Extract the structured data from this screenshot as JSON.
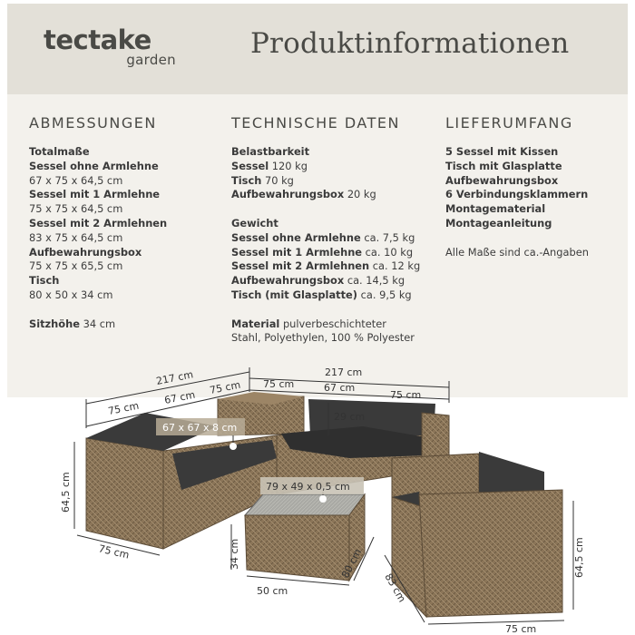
{
  "header": {
    "logo_main": "tectake",
    "logo_sub": "garden",
    "title": "Produktinformationen"
  },
  "abmessungen": {
    "heading": "ABMESSUNGEN",
    "total_label": "Totalmaße",
    "items": [
      {
        "label": "Sessel ohne Armlehne",
        "value": "67 x 75 x 64,5 cm"
      },
      {
        "label": "Sessel mit 1 Armlehne",
        "value": "75 x 75 x 64,5 cm"
      },
      {
        "label": "Sessel mit 2 Armlehnen",
        "value": "83 x 75 x 64,5 cm"
      },
      {
        "label": "Aufbewahrungsbox",
        "value": "75 x 75 x 65,5 cm"
      },
      {
        "label": "Tisch",
        "value": "80 x 50 x 34 cm"
      }
    ],
    "seat_height_label": "Sitzhöhe",
    "seat_height_value": "34 cm"
  },
  "technische_daten": {
    "heading": "TECHNISCHE DATEN",
    "load_label": "Belastbarkeit",
    "load_items": [
      {
        "label": "Sessel",
        "value": "120 kg"
      },
      {
        "label": "Tisch",
        "value": "70 kg"
      },
      {
        "label": "Aufbewahrungsbox",
        "value": "20 kg"
      }
    ],
    "weight_label": "Gewicht",
    "weight_items": [
      {
        "label": "Sessel ohne Armlehne",
        "value": "ca. 7,5 kg"
      },
      {
        "label": "Sessel mit 1 Armlehne",
        "value": "ca. 10 kg"
      },
      {
        "label": "Sessel mit 2 Armlehnen",
        "value": "ca. 12 kg"
      },
      {
        "label": "Aufbewahrungsbox",
        "value": "ca. 14,5 kg"
      },
      {
        "label": "Tisch (mit Glasplatte)",
        "value": "ca. 9,5 kg"
      }
    ],
    "material_label": "Material",
    "material_value_1": "pulverbeschichteter",
    "material_value_2": "Stahl, Polyethylen, 100 % Polyester"
  },
  "lieferumfang": {
    "heading": "LIEFERUMFANG",
    "items": [
      "5 Sessel mit Kissen",
      "Tisch mit Glasplatte",
      "Aufbewahrungsbox",
      "6 Verbindungsklammern",
      "Montagematerial",
      "Montageanleitung"
    ],
    "note": "Alle Maße sind ca.-Angaben"
  },
  "dimensions": {
    "top_left_total": "217 cm",
    "top_right_total": "217 cm",
    "left_75": "75 cm",
    "left_67": "67 cm",
    "left_75b": "75 cm",
    "right_75": "75 cm",
    "right_67": "67 cm",
    "right_75b": "75 cm",
    "box_top": "67 x 67 x 8 cm",
    "back_height": "29 cm",
    "height_left": "64,5 cm",
    "depth_left": "75 cm",
    "glass": "79 x 49 x 0,5 cm",
    "table_height": "34 cm",
    "table_width": "50 cm",
    "table_length": "80 cm",
    "chair_depth": "83 cm",
    "chair_width": "75 cm",
    "height_right": "64,5 cm"
  },
  "colors": {
    "header_bg": "#e3e0d8",
    "specs_bg": "#f3f1ec",
    "rattan": "#8b7558",
    "cushion": "#3a3a3a"
  }
}
